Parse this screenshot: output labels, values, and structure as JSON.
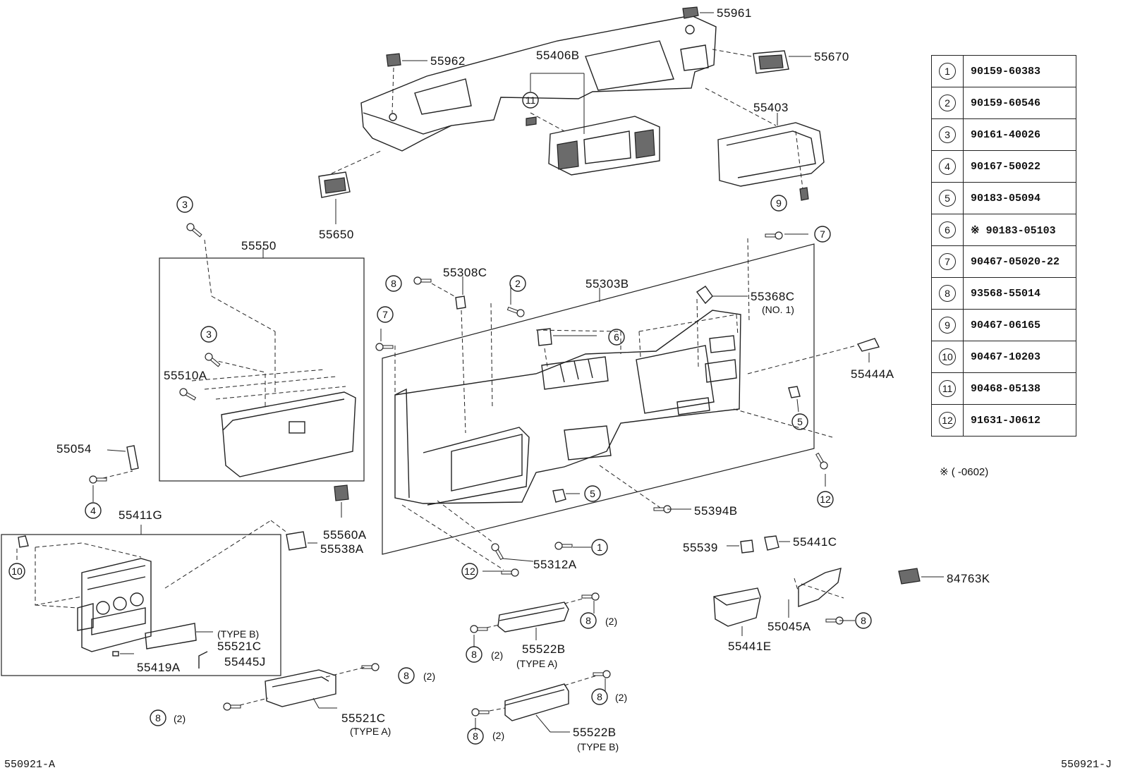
{
  "labels": {
    "p55961": "55961",
    "p55962": "55962",
    "p55406B": "55406B",
    "p55670": "55670",
    "p55403": "55403",
    "p55650": "55650",
    "p55550": "55550",
    "p55510A": "55510A",
    "p55054": "55054",
    "p55411G": "55411G",
    "p55560A": "55560A",
    "p55538A": "55538A",
    "p55521C_b": "55521C",
    "type_b_1": "(TYPE B)",
    "p55419A": "55419A",
    "p55445J": "55445J",
    "p55521C_a": "55521C",
    "type_a_1": "(TYPE A)",
    "p55308C": "55308C",
    "p55303B": "55303B",
    "p55368C": "55368C",
    "no1": "(NO. 1)",
    "p55444A": "55444A",
    "p55394B": "55394B",
    "p55312A": "55312A",
    "p55539": "55539",
    "p55441C": "55441C",
    "p84763K": "84763K",
    "p55522B_a": "55522B",
    "type_a_2": "(TYPE A)",
    "p55522B_b": "55522B",
    "type_b_2": "(TYPE B)",
    "p55441E": "55441E",
    "p55045A": "55045A",
    "qty2": "(2)"
  },
  "callouts": {
    "c1": "1",
    "c2": "2",
    "c3": "3",
    "c4": "4",
    "c5": "5",
    "c6": "6",
    "c7": "7",
    "c8": "8",
    "c9": "9",
    "c10": "10",
    "c11": "11",
    "c12": "12"
  },
  "ref_table": [
    {
      "index": "1",
      "part_no": "90159-60383"
    },
    {
      "index": "2",
      "part_no": "90159-60546"
    },
    {
      "index": "3",
      "part_no": "90161-40026"
    },
    {
      "index": "4",
      "part_no": "90167-50022"
    },
    {
      "index": "5",
      "part_no": "90183-05094"
    },
    {
      "index": "6",
      "part_no": "※ 90183-05103"
    },
    {
      "index": "7",
      "part_no": "90467-05020-22"
    },
    {
      "index": "8",
      "part_no": "93568-55014"
    },
    {
      "index": "9",
      "part_no": "90467-06165"
    },
    {
      "index": "10",
      "part_no": "90467-10203"
    },
    {
      "index": "11",
      "part_no": "90468-05138"
    },
    {
      "index": "12",
      "part_no": "91631-J0612"
    }
  ],
  "note": "※ (      -0602)",
  "corner_left": "550921-A",
  "corner_right": "550921-J"
}
